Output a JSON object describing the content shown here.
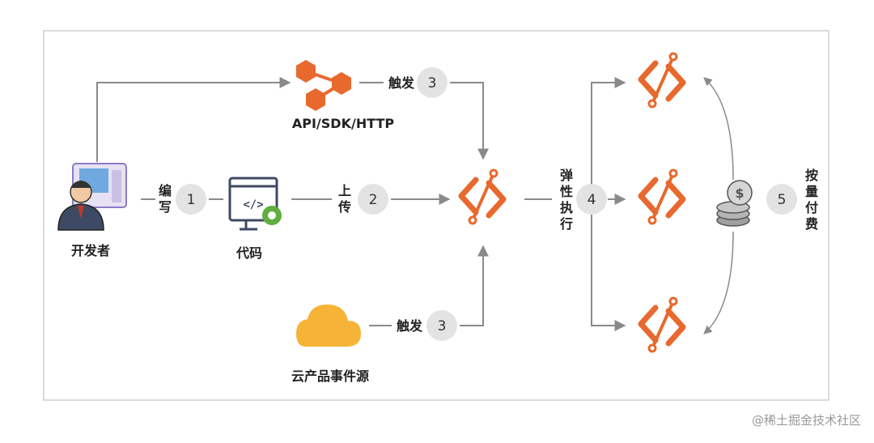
{
  "colors": {
    "accent_orange": "#E8692E",
    "arrow_gray": "#8A8A8A",
    "circle_fill": "#E3E3E3",
    "cloud": "#F5B437",
    "frame": "#CFCFCF"
  },
  "nodes": {
    "developer": "开发者",
    "code": "代码",
    "api": "API/SDK/HTTP",
    "cloud_events": "云产品事件源"
  },
  "edges": {
    "write": {
      "label": [
        "编",
        "写"
      ],
      "step": "1"
    },
    "upload": {
      "label": [
        "上",
        "传"
      ],
      "step": "2"
    },
    "trigger_api": {
      "label": "触发",
      "step": "3"
    },
    "trigger_cloud": {
      "label": "触发",
      "step": "3"
    },
    "elastic": {
      "label": [
        "弹",
        "性",
        "执",
        "行"
      ],
      "step": "4"
    },
    "pay": {
      "label": [
        "按",
        "量",
        "付",
        "费"
      ],
      "step": "5"
    }
  },
  "icons": {
    "developer": "developer-icon",
    "code": "code-window-icon",
    "api": "hexagon-network-icon",
    "function": "function-compute-icon",
    "cloud": "cloud-icon",
    "coins": "coins-icon"
  },
  "watermark": "@稀土掘金技术社区"
}
